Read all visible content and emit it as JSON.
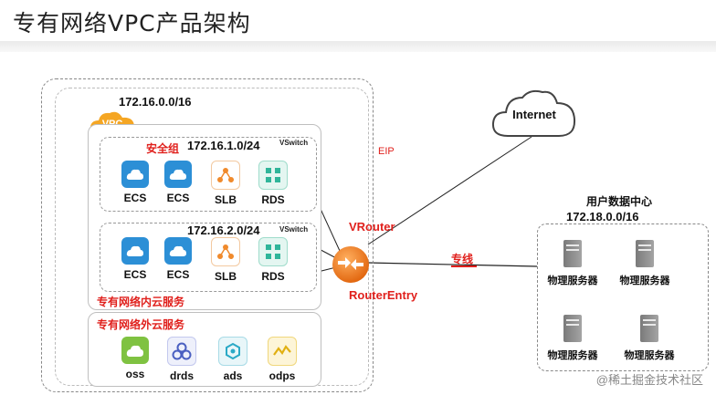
{
  "title": "专有网络VPC产品架构",
  "vpc": {
    "cidr": "172.16.0.0/16",
    "badge": "VPC",
    "subnets": [
      {
        "security_group": "安全组",
        "cidr": "172.16.1.0/24",
        "switch": "VSwitch",
        "nodes": [
          {
            "label": "ECS",
            "icon": "ecs-icon"
          },
          {
            "label": "ECS",
            "icon": "ecs-icon"
          },
          {
            "label": "SLB",
            "icon": "slb-icon"
          },
          {
            "label": "RDS",
            "icon": "rds-icon"
          }
        ]
      },
      {
        "cidr": "172.16.2.0/24",
        "switch": "VSwitch",
        "nodes": [
          {
            "label": "ECS",
            "icon": "ecs-icon"
          },
          {
            "label": "ECS",
            "icon": "ecs-icon"
          },
          {
            "label": "SLB",
            "icon": "slb-icon"
          },
          {
            "label": "RDS",
            "icon": "rds-icon"
          }
        ]
      }
    ],
    "inner_services_label": "专有网络内云服务",
    "outer_services_label": "专有网络外云服务",
    "outer_services": [
      {
        "label": "oss",
        "icon": "oss-icon"
      },
      {
        "label": "drds",
        "icon": "drds-icon"
      },
      {
        "label": "ads",
        "icon": "ads-icon"
      },
      {
        "label": "odps",
        "icon": "odps-icon"
      }
    ]
  },
  "internet": "Internet",
  "eip": "EIP",
  "vrouter": "VRouter",
  "router_entry": "RouterEntry",
  "line_label": "专线",
  "datacenter": {
    "title": "用户数据中心",
    "cidr": "172.18.0.0/16",
    "servers": [
      "物理服务器",
      "物理服务器",
      "物理服务器",
      "物理服务器"
    ]
  },
  "watermark": "@稀土掘金技术社区",
  "colors": {
    "accent_red": "#e0201c",
    "router_orange": "#f07a1a",
    "vpc_badge": "#f5a623",
    "ecs_blue": "#2c8fd6",
    "slb_orange": "#f08a2c",
    "rds_green": "#2fb59a"
  }
}
